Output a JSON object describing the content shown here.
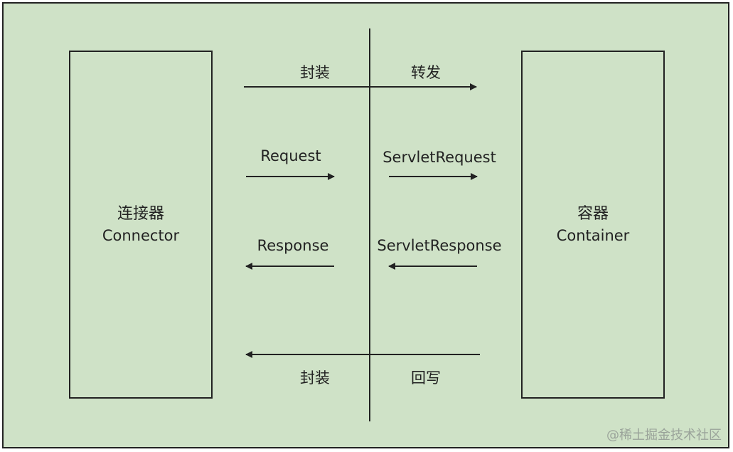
{
  "connector": {
    "title_cn": "连接器",
    "title_en": "Connector"
  },
  "container": {
    "title_cn": "容器",
    "title_en": "Container"
  },
  "labels": {
    "wrap_top": "封装",
    "forward": "转发",
    "request": "Request",
    "servlet_request": "ServletRequest",
    "response": "Response",
    "servlet_response": "ServletResponse",
    "wrap_bottom": "封装",
    "write_back": "回写"
  },
  "watermark": "@稀土掘金技术社区",
  "colors": {
    "background": "#cfe2c7",
    "line": "#222222"
  }
}
